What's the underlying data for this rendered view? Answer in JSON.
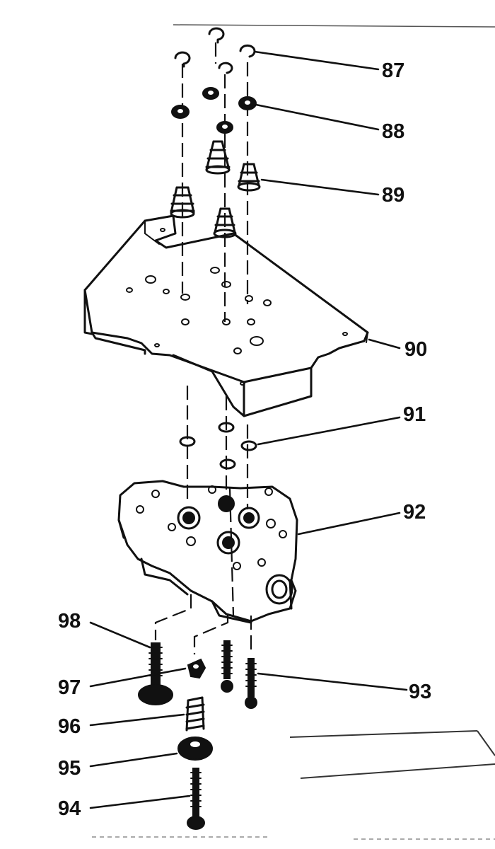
{
  "diagram": {
    "type": "exploded-parts-view",
    "callouts": [
      {
        "id": "87",
        "label": "87"
      },
      {
        "id": "88",
        "label": "88"
      },
      {
        "id": "89",
        "label": "89"
      },
      {
        "id": "90",
        "label": "90"
      },
      {
        "id": "91",
        "label": "91"
      },
      {
        "id": "92",
        "label": "92"
      },
      {
        "id": "93",
        "label": "93"
      },
      {
        "id": "94",
        "label": "94"
      },
      {
        "id": "95",
        "label": "95"
      },
      {
        "id": "96",
        "label": "96"
      },
      {
        "id": "97",
        "label": "97"
      },
      {
        "id": "98",
        "label": "98"
      }
    ]
  }
}
